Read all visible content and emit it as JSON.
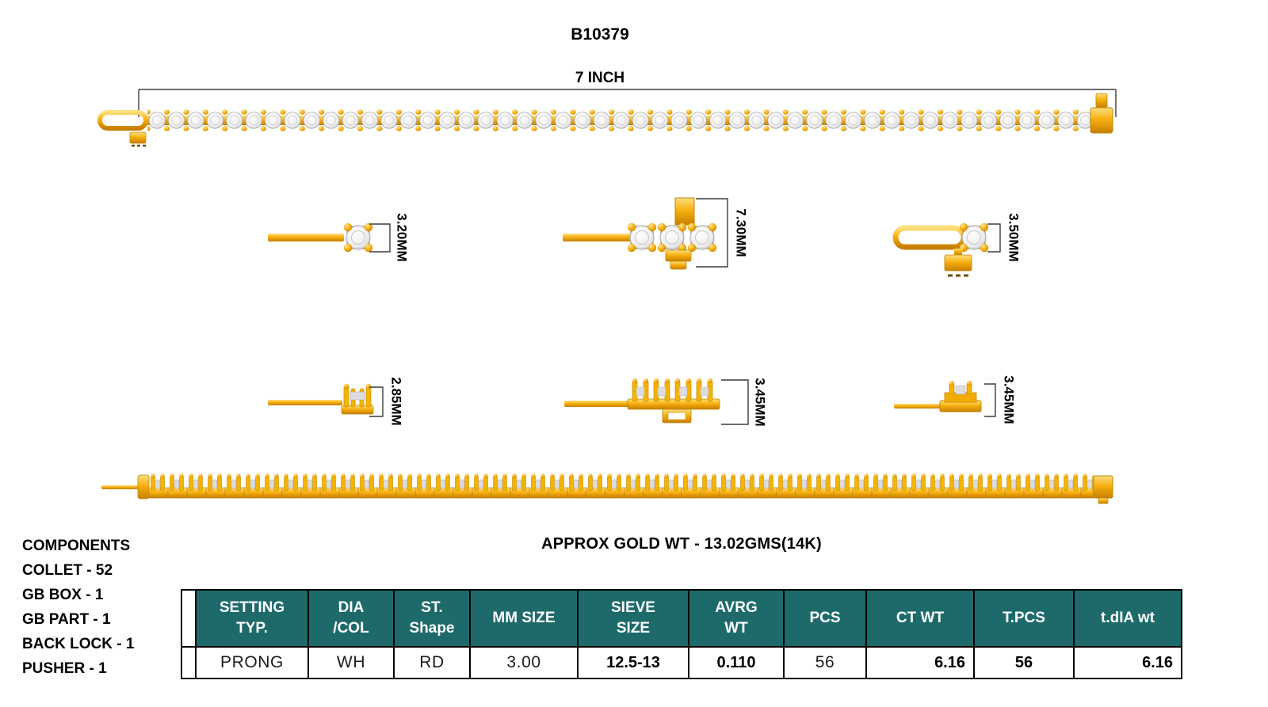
{
  "sheet": {
    "title": "B10379",
    "length_label": "7 INCH",
    "gold_weight_heading": "APPROX GOLD WT - 13.02GMS(14K)"
  },
  "dimensions": {
    "top_view": {
      "clasp_end": "3.20MM",
      "center_link": "7.30MM",
      "lock_end": "3.50MM"
    },
    "side_view": {
      "clasp_end": "2.85MM",
      "center_link": "3.45MM",
      "lock_end": "3.45MM"
    }
  },
  "components": {
    "heading": "COMPONENTS",
    "items": [
      "COLLET - 52",
      "GB BOX - 1",
      "GB PART - 1",
      "BACK LOCK - 1",
      "PUSHER - 1"
    ]
  },
  "spec_table": {
    "headers": [
      "SETTING\nTYP.",
      "DIA\n/COL",
      "ST.\nShape",
      "MM SIZE",
      "SIEVE\nSIZE",
      "AVRG\nWT",
      "PCS",
      "CT WT",
      "T.PCS",
      "t.dIA wt"
    ],
    "row": [
      "PRONG",
      "WH",
      "RD",
      "3.00",
      "12.5-13",
      "0.110",
      "56",
      "6.16",
      "56",
      "6.16"
    ]
  },
  "colors": {
    "gold": "#F2A900",
    "gold_dark": "#C68A00",
    "diamond": "#EDEDED",
    "table_header_bg": "#1E6A6B",
    "table_header_text": "#FFFFFF"
  }
}
